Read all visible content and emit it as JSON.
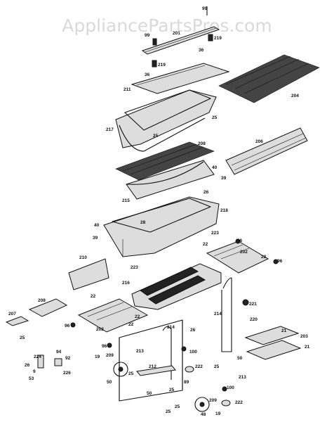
{
  "watermark": "AppliancePartsPros.com",
  "callouts": {
    "c99a": "99",
    "c99b": "99",
    "c201": "201",
    "c219a": "219",
    "c36a": "36",
    "c219b": "219",
    "c36b": "36",
    "c211": "211",
    "c204": "204",
    "c25a": "25",
    "c217": "217",
    "c25b": "25",
    "c208a": "208",
    "c206": "206",
    "c40a": "40",
    "c39a": "39",
    "c26a": "26",
    "c215": "215",
    "c218": "218",
    "c28": "28",
    "c40b": "40",
    "c39b": "39",
    "c223a": "223",
    "c96a": "96",
    "c22a": "22",
    "c202a": "202",
    "c22b": "22",
    "c96b": "96",
    "c210": "210",
    "c223b": "223",
    "c216": "216",
    "c22c": "22",
    "c221": "221",
    "c214a": "214",
    "c208b": "208",
    "c22d": "22",
    "c220": "220",
    "c207": "207",
    "c25c": "25",
    "c202b": "202",
    "c22e": "22",
    "c96c": "96",
    "c214b": "214",
    "c26b": "26",
    "c21a": "21",
    "c203": "203",
    "c96d": "96",
    "c21b": "21",
    "c100a": "100",
    "c94": "94",
    "c224": "224",
    "c92": "92",
    "c19a": "19",
    "c209a": "209",
    "c213a": "213",
    "c26c": "26",
    "c226": "226",
    "c25d": "25",
    "c222a": "222",
    "c53": "53",
    "c50a": "50",
    "c212": "212",
    "c25e": "25",
    "c50b": "50",
    "c213b": "213",
    "c89": "89",
    "c50c": "50",
    "c25f": "25",
    "c100b": "100",
    "c209b": "209",
    "c25g": "25",
    "c48": "48",
    "c19b": "19",
    "c222b": "222",
    "c25h": "25",
    "c9": "9"
  }
}
